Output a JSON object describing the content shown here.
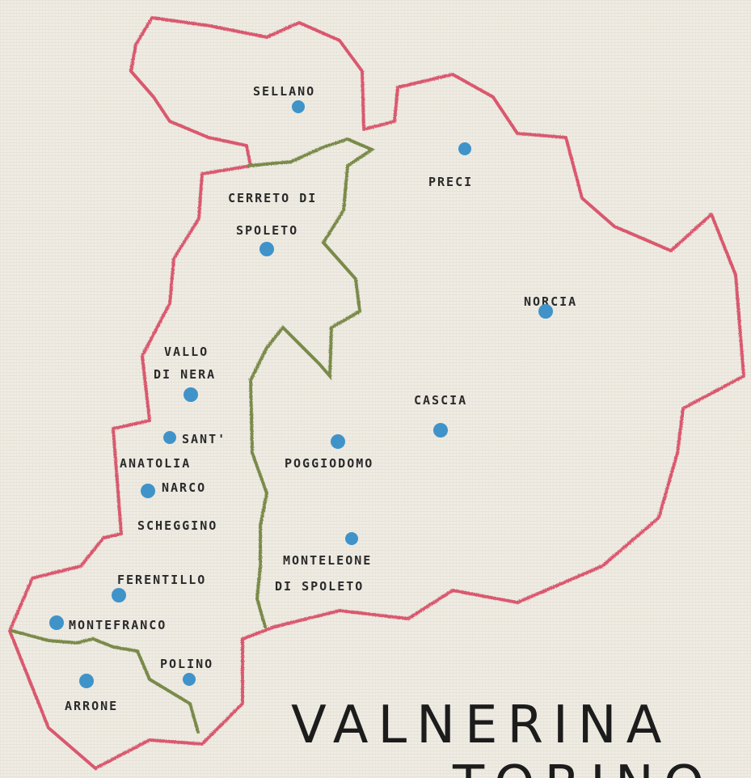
{
  "map": {
    "title_line1": "VALNERINA",
    "title_line2": "TORINO",
    "colors": {
      "fabric": "#efece4",
      "outer_border": "#d9596e",
      "inner_border": "#7a8a4a",
      "town_dot": "#3f93c9",
      "thread_text": "#2a2a2a"
    },
    "towns": [
      {
        "id": "sellano",
        "label": "SELLANO",
        "icon": "dot"
      },
      {
        "id": "preci",
        "label": "PRECI",
        "icon": "dot"
      },
      {
        "id": "cerreto-1",
        "label": "CERRETO DI",
        "icon": "dot"
      },
      {
        "id": "cerreto-2",
        "label": "SPOLETO"
      },
      {
        "id": "norcia",
        "label": "NORCIA",
        "icon": "dot"
      },
      {
        "id": "vallo-1",
        "label": "VALLO",
        "icon": "dot"
      },
      {
        "id": "vallo-2",
        "label": "DI NERA"
      },
      {
        "id": "cascia",
        "label": "CASCIA",
        "icon": "dot"
      },
      {
        "id": "santanatolia-1",
        "label": "SANT'",
        "icon": "dot"
      },
      {
        "id": "santanatolia-2",
        "label": "ANATOLIA"
      },
      {
        "id": "santanatolia-3",
        "label": "NARCO",
        "icon": "dot"
      },
      {
        "id": "poggiodomo",
        "label": "POGGIODOMO",
        "icon": "dot"
      },
      {
        "id": "scheggino",
        "label": "SCHEGGINO"
      },
      {
        "id": "monteleone-1",
        "label": "MONTELEONE",
        "icon": "dot"
      },
      {
        "id": "monteleone-2",
        "label": "DI SPOLETO"
      },
      {
        "id": "ferentillo",
        "label": "FERENTILLO",
        "icon": "dot"
      },
      {
        "id": "montefranco",
        "label": "MONTEFRANCO",
        "icon": "dot"
      },
      {
        "id": "polino",
        "label": "POLINO",
        "icon": "dot"
      },
      {
        "id": "arrone",
        "label": "ARRONE",
        "icon": "dot"
      }
    ]
  }
}
